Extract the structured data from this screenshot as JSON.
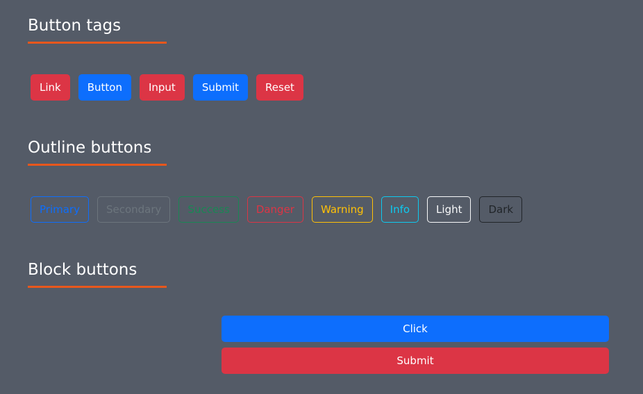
{
  "sections": {
    "button_tags": {
      "title": "Button tags",
      "buttons": [
        "Link",
        "Button",
        "Input",
        "Submit",
        "Reset"
      ]
    },
    "outline_buttons": {
      "title": "Outline buttons",
      "buttons": [
        "Primary",
        "Secondary",
        "Success",
        "Danger",
        "Warning",
        "Info",
        "Light",
        "Dark"
      ]
    },
    "block_buttons": {
      "title": "Block buttons",
      "buttons": [
        "Click",
        "Submit"
      ]
    }
  },
  "colors": {
    "background": "#545b67",
    "accent_underline": "#e8571c",
    "primary": "#0d6efd",
    "secondary": "#6c757d",
    "success": "#198754",
    "danger": "#dc3545",
    "warning": "#ffc107",
    "info": "#0dcaf0",
    "light": "#f8f9fa",
    "dark": "#212529"
  }
}
